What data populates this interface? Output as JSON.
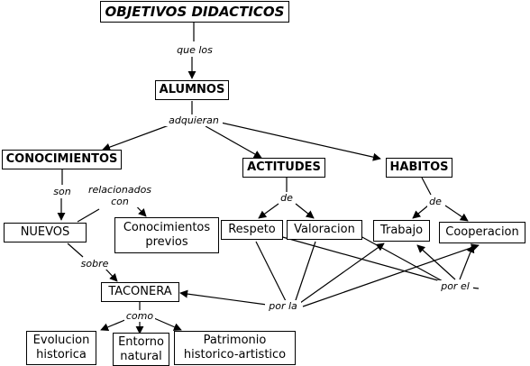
{
  "nodes": {
    "objetivos": "OBJETIVOS DIDACTICOS",
    "alumnos": "ALUMNOS",
    "conocimientos": "CONOCIMIENTOS",
    "actitudes": "ACTITUDES",
    "habitos": "HABITOS",
    "nuevos": "NUEVOS",
    "conocimientos_previos": "Conocimientos\nprevios",
    "respeto": "Respeto",
    "valoracion": "Valoracion",
    "trabajo": "Trabajo",
    "cooperacion": "Cooperacion",
    "taconera": "TACONERA",
    "evolucion": "Evolucion\nhistorica",
    "entorno": "Entorno\nnatural",
    "patrimonio": "Patrimonio\nhistorico-artistico"
  },
  "labels": {
    "que_los": "que los",
    "adquieran": "adquieran",
    "son": "son",
    "relacionados": "relacionados\ncon",
    "de_actitudes": "de",
    "de_habitos": "de",
    "sobre": "sobre",
    "por_la": "por la",
    "por_el": "por el",
    "como": "como"
  }
}
